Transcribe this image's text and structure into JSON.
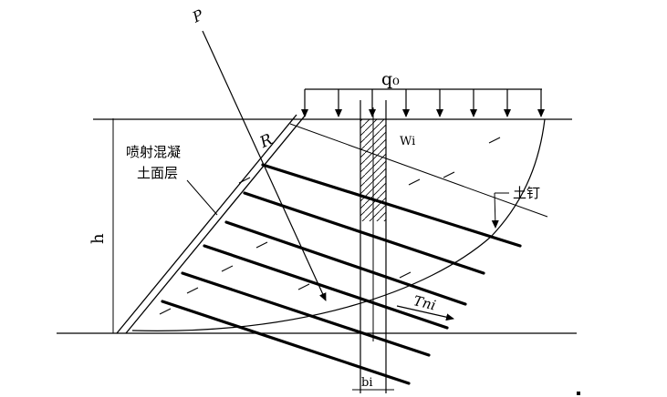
{
  "labels": {
    "load": "q₀",
    "slip_radius": "R",
    "circle_center": "P",
    "facing_line1": "喷射混凝",
    "facing_line2": "土面层",
    "slice_weight": "Wi",
    "soil_nail": "土钉",
    "height": "h",
    "nail_force": "Tni",
    "slice_width": "bi"
  },
  "colors": {
    "ink": "#000000",
    "background": "#ffffff"
  }
}
